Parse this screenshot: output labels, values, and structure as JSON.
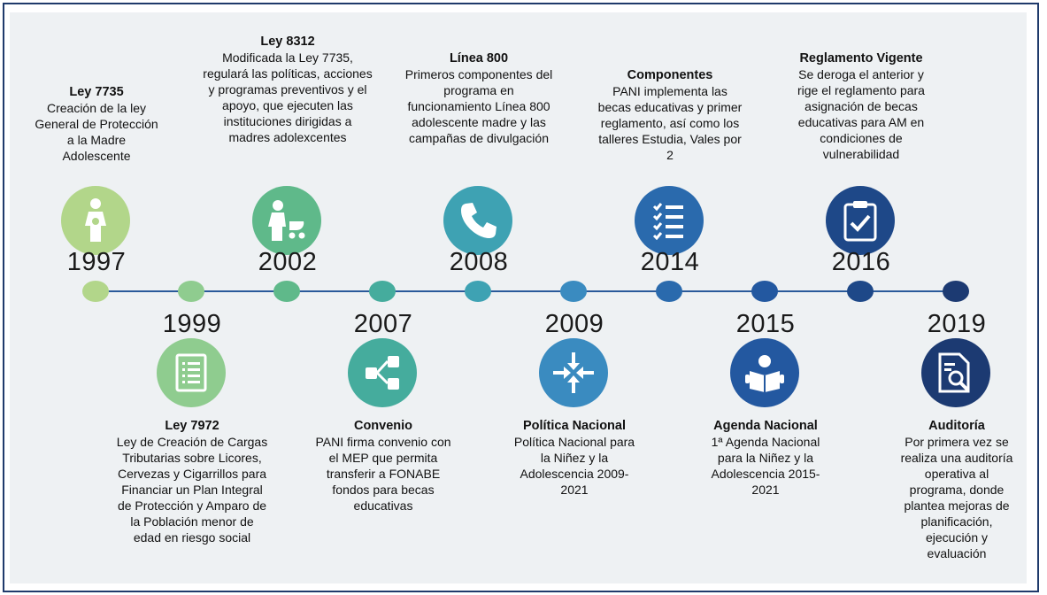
{
  "events": [
    {
      "id": "1997",
      "year": "1997",
      "title": "Ley 7735",
      "desc": "Creación de la ley General de Protección a la Madre Adolescente",
      "color": "#b2d68a",
      "icon": "pregnant-woman-icon"
    },
    {
      "id": "1999",
      "year": "1999",
      "title": "Ley 7972",
      "desc": "Ley de Creación de Cargas Tributarias sobre Licores, Cervezas y Cigarrillos para Financiar un Plan Integral de Protección y Amparo de la Población menor de edad en riesgo social",
      "color": "#8fcc8f",
      "icon": "document-list-icon"
    },
    {
      "id": "2002",
      "year": "2002",
      "title": "Ley 8312",
      "desc": "Modificada la Ley 7735, regulará las políticas, acciones y programas preventivos y el apoyo, que ejecuten las instituciones dirigidas a madres adolexcentes",
      "color": "#5fb98a",
      "icon": "mother-stroller-icon"
    },
    {
      "id": "2007",
      "year": "2007",
      "title": "Convenio",
      "desc": "PANI firma convenio con el MEP que permita transferir a FONABE fondos para becas educativas",
      "color": "#45ac9d",
      "icon": "share-network-icon"
    },
    {
      "id": "2008",
      "year": "2008",
      "title": "Línea 800",
      "desc": "Primeros componentes del programa en funcionamiento Línea 800 adolescente madre y las campañas de divulgación",
      "color": "#3ea2b3",
      "icon": "phone-icon"
    },
    {
      "id": "2009",
      "year": "2009",
      "title": "Política Nacional",
      "desc": "Política Nacional para la Niñez y la Adolescencia 2009-2021",
      "color": "#3a8bc0",
      "icon": "converge-arrows-icon"
    },
    {
      "id": "2014",
      "year": "2014",
      "title": "Componentes",
      "desc": "PANI implementa las becas educativas y primer reglamento, así como los talleres Estudia, Vales por 2",
      "color": "#2a6aad",
      "icon": "checklist-icon"
    },
    {
      "id": "2015",
      "year": "2015",
      "title": "Agenda Nacional",
      "desc": "1ª Agenda Nacional para la Niñez y la Adolescencia 2015-2021",
      "color": "#2358a0",
      "icon": "reader-book-icon"
    },
    {
      "id": "2016",
      "year": "2016",
      "title": "Reglamento Vigente",
      "desc": "Se deroga el anterior y rige el reglamento para asignación de becas educativas para AM en condiciones de vulnerabilidad",
      "color": "#1e4888",
      "icon": "clipboard-check-icon"
    },
    {
      "id": "2019",
      "year": "2019",
      "title": "Auditoría",
      "desc": "Por primera vez se realiza una auditoría operativa al programa, donde plantea mejoras de planificación, ejecución y evaluación",
      "color": "#1c3a72",
      "icon": "document-search-icon"
    }
  ]
}
